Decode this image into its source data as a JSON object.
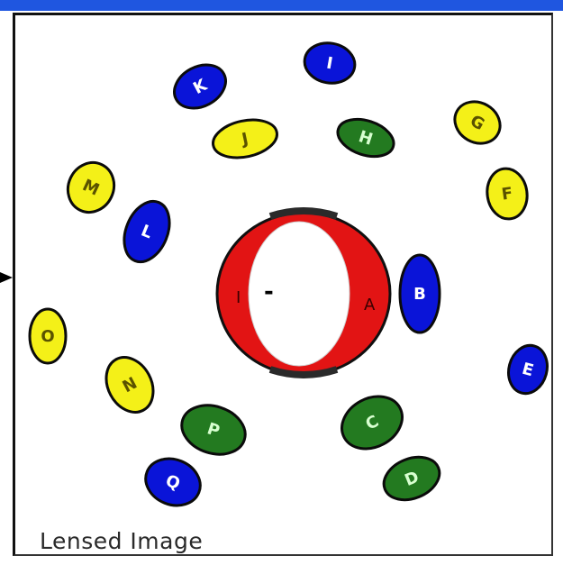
{
  "caption": "Lensed Image",
  "colors": {
    "top_bar": "#1f56e0",
    "blue": "#0a14d8",
    "yellow": "#f4f018",
    "green": "#237a20",
    "red": "#e21414",
    "outline": "#0b0b0b"
  },
  "center_ring": {
    "left_label": "I",
    "right_label": "A",
    "center_mark": "-"
  },
  "blobs": [
    {
      "label": "I",
      "color": "blue"
    },
    {
      "label": "K",
      "color": "blue"
    },
    {
      "label": "J",
      "color": "yellow"
    },
    {
      "label": "H",
      "color": "green"
    },
    {
      "label": "G",
      "color": "yellow"
    },
    {
      "label": "F",
      "color": "yellow"
    },
    {
      "label": "M",
      "color": "yellow"
    },
    {
      "label": "L",
      "color": "blue"
    },
    {
      "label": "B",
      "color": "blue"
    },
    {
      "label": "O",
      "color": "yellow"
    },
    {
      "label": "E",
      "color": "blue"
    },
    {
      "label": "N",
      "color": "yellow"
    },
    {
      "label": "P",
      "color": "green"
    },
    {
      "label": "C",
      "color": "green"
    },
    {
      "label": "Q",
      "color": "blue"
    },
    {
      "label": "D",
      "color": "green"
    }
  ]
}
